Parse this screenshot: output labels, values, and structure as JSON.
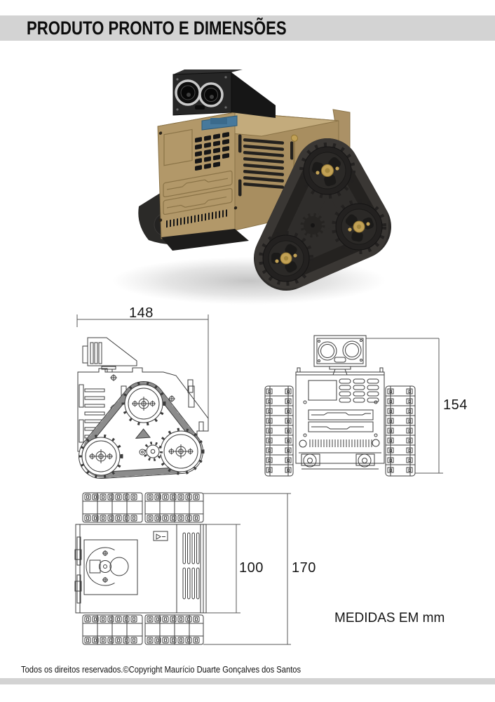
{
  "header": {
    "title": "PRODUTO PRONTO E DIMENSÕES"
  },
  "views": {
    "side": {
      "width_mm": "148"
    },
    "front": {
      "height_mm": "154"
    },
    "top": {
      "body_width_mm": "100",
      "overall_width_mm": "170"
    }
  },
  "units_note": "MEDIDAS EM mm",
  "footer": {
    "copyright": "Todos os direitos reservados.©Copyright Maurício Duarte Gonçalves dos Santos"
  },
  "colors": {
    "header_bar": "#d3d3d3",
    "body_tan": "#b29869",
    "body_tan_top": "#c3ab7c",
    "body_tan_side": "#a88e60",
    "track_black": "#2d2b29",
    "brass": "#c2a155",
    "servo_blue": "#47799c",
    "drawing_line": "#3c3c3c"
  }
}
